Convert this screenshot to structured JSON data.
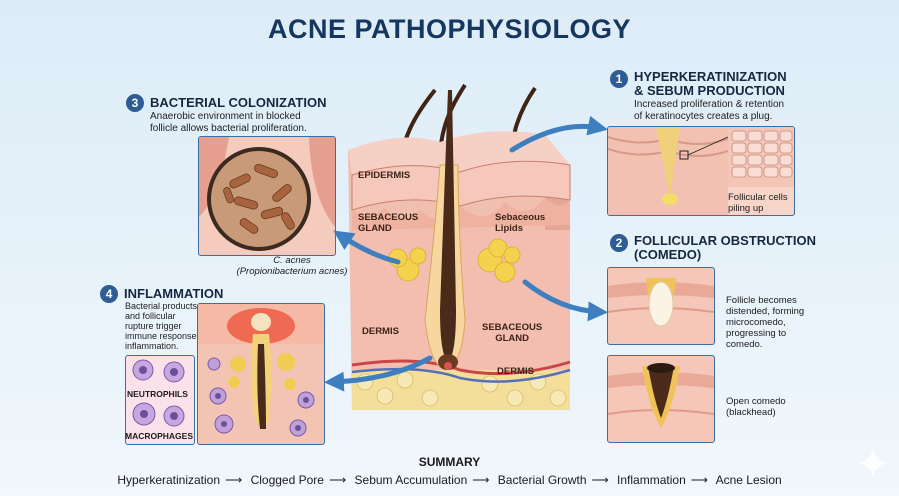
{
  "title": "ACNE PATHOPHYSIOLOGY",
  "sections": [
    {
      "number": "1",
      "heading_lines": [
        "HYPERKERATINIZATION",
        "& SEBUM PRODUCTION"
      ],
      "description_lines": [
        "Increased proliferation & retention",
        "of keratinocytes creates a plug."
      ],
      "panel_label_lines": [
        "Follicular cells",
        "piling up"
      ]
    },
    {
      "number": "2",
      "heading_lines": [
        "FOLLICULAR OBSTRUCTION",
        "(COMEDO)"
      ],
      "panel1_label_lines": [
        "Follicle becomes",
        "distended, forming",
        "microcomedo,",
        "progressing to",
        "comedo."
      ],
      "panel2_label_lines": [
        "Open comedo",
        "(blackhead)"
      ]
    },
    {
      "number": "3",
      "heading": "BACTERIAL COLONIZATION",
      "description_lines": [
        "Anaerobic environment in blocked",
        "follicle allows bacterial proliferation."
      ],
      "organism_lines": [
        "C. acnes",
        "(Propionibacterium acnes)"
      ]
    },
    {
      "number": "4",
      "heading": "INFLAMMATION",
      "description_lines": [
        "Bacterial products",
        "and follicular",
        "rupture trigger",
        "immune response,",
        "inflammation."
      ],
      "cell_labels": [
        "NEUTROPHILS",
        "MACROPHAGES"
      ]
    }
  ],
  "skin_labels": {
    "epidermis": "EPIDERMIS",
    "sebaceous_gland_left": [
      "SEBACEOUS",
      "GLAND"
    ],
    "sebaceous_lipids": [
      "Sebaceous",
      "Lipids"
    ],
    "dermis_left": "DERMIS",
    "sebaceous_gland_right": [
      "SEBACEOUS",
      "GLAND"
    ],
    "dermis_right": "DERMIS"
  },
  "summary": {
    "title": "SUMMARY",
    "steps": [
      "Hyperkeratinization",
      "Clogged Pore",
      "Sebum Accumulation",
      "Bacterial Growth",
      "Inflammation",
      "Acne Lesion"
    ],
    "arrow": "⟶"
  },
  "colors": {
    "title": "#15365e",
    "badge": "#2d5d93",
    "panel_border": "#3a6ea6",
    "arrow": "#3e7fc0",
    "skin": "#f2c0b2",
    "sebum": "#f6d64f",
    "hair": "#4a2a18"
  },
  "icons": [
    "sparkle-icon",
    "flow-arrow-icon"
  ]
}
